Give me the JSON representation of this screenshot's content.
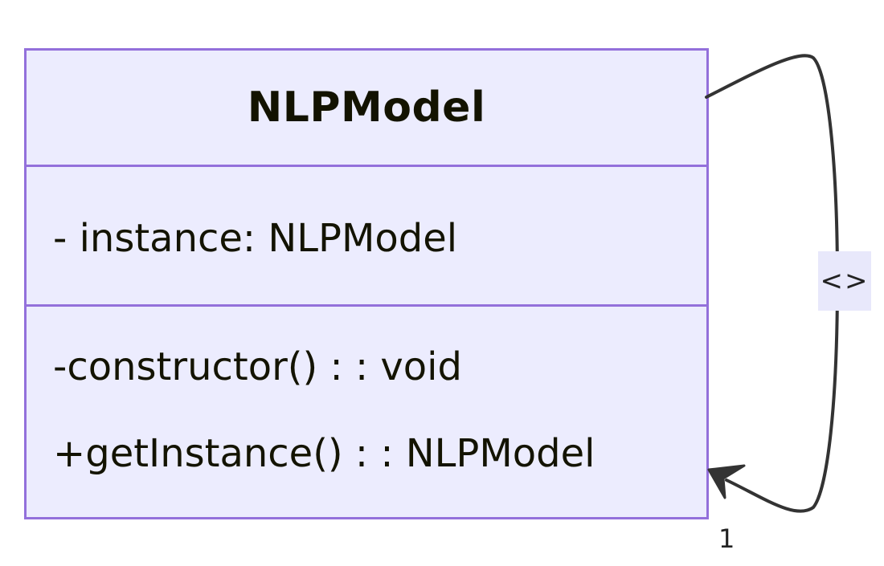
{
  "diagram": {
    "class": {
      "name": "NLPModel",
      "attributes": [
        "- instance: NLPModel"
      ],
      "methods": [
        "-constructor() : : void",
        "+getInstance() : : NLPModel"
      ]
    },
    "self_association": {
      "label": "<>",
      "target_multiplicity": "1"
    },
    "colors": {
      "class_fill": "#ececfe",
      "class_border": "#9370db",
      "edge": "#333333",
      "label_background": "#e8e8fb"
    }
  }
}
